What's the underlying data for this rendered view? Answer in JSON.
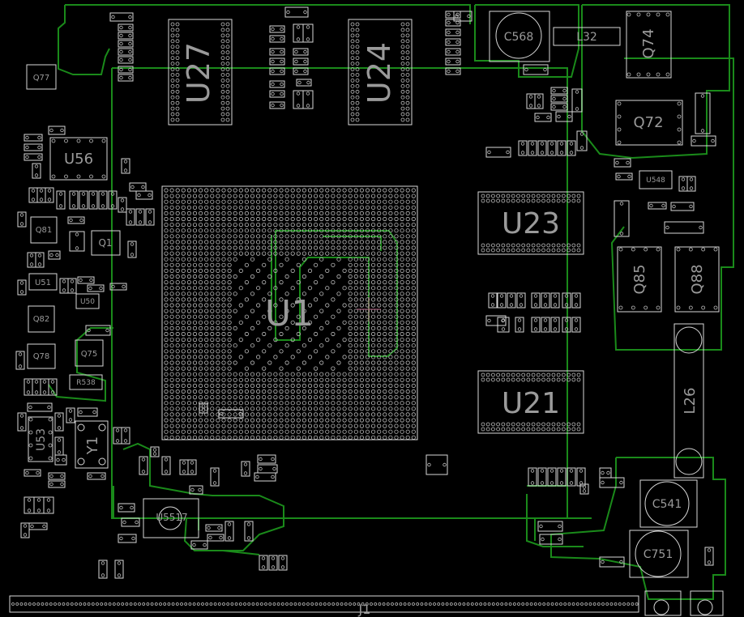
{
  "board": {
    "background": "#000000",
    "silkscreen_color": "#d8d8d8",
    "trace_color": "#1a8a1a",
    "label_color": "#9a9a9a"
  },
  "components": {
    "u1": "U1",
    "u27": "U27",
    "u24": "U24",
    "u23": "U23",
    "u21": "U21",
    "u56": "U56",
    "u51": "U51",
    "u50": "U50",
    "u53": "U53",
    "u5517": "U5517",
    "u548": "U548",
    "c568": "C568",
    "c541": "C541",
    "c751": "C751",
    "l32": "L32",
    "l26": "L26",
    "q74": "Q74",
    "q72": "Q72",
    "q85": "Q85",
    "q88": "Q88",
    "q77": "Q77",
    "q81": "Q81",
    "q1": "Q1",
    "q82": "Q82",
    "q78": "Q78",
    "q75": "Q75",
    "y1": "Y1",
    "r538": "R538",
    "j1": "J1"
  }
}
